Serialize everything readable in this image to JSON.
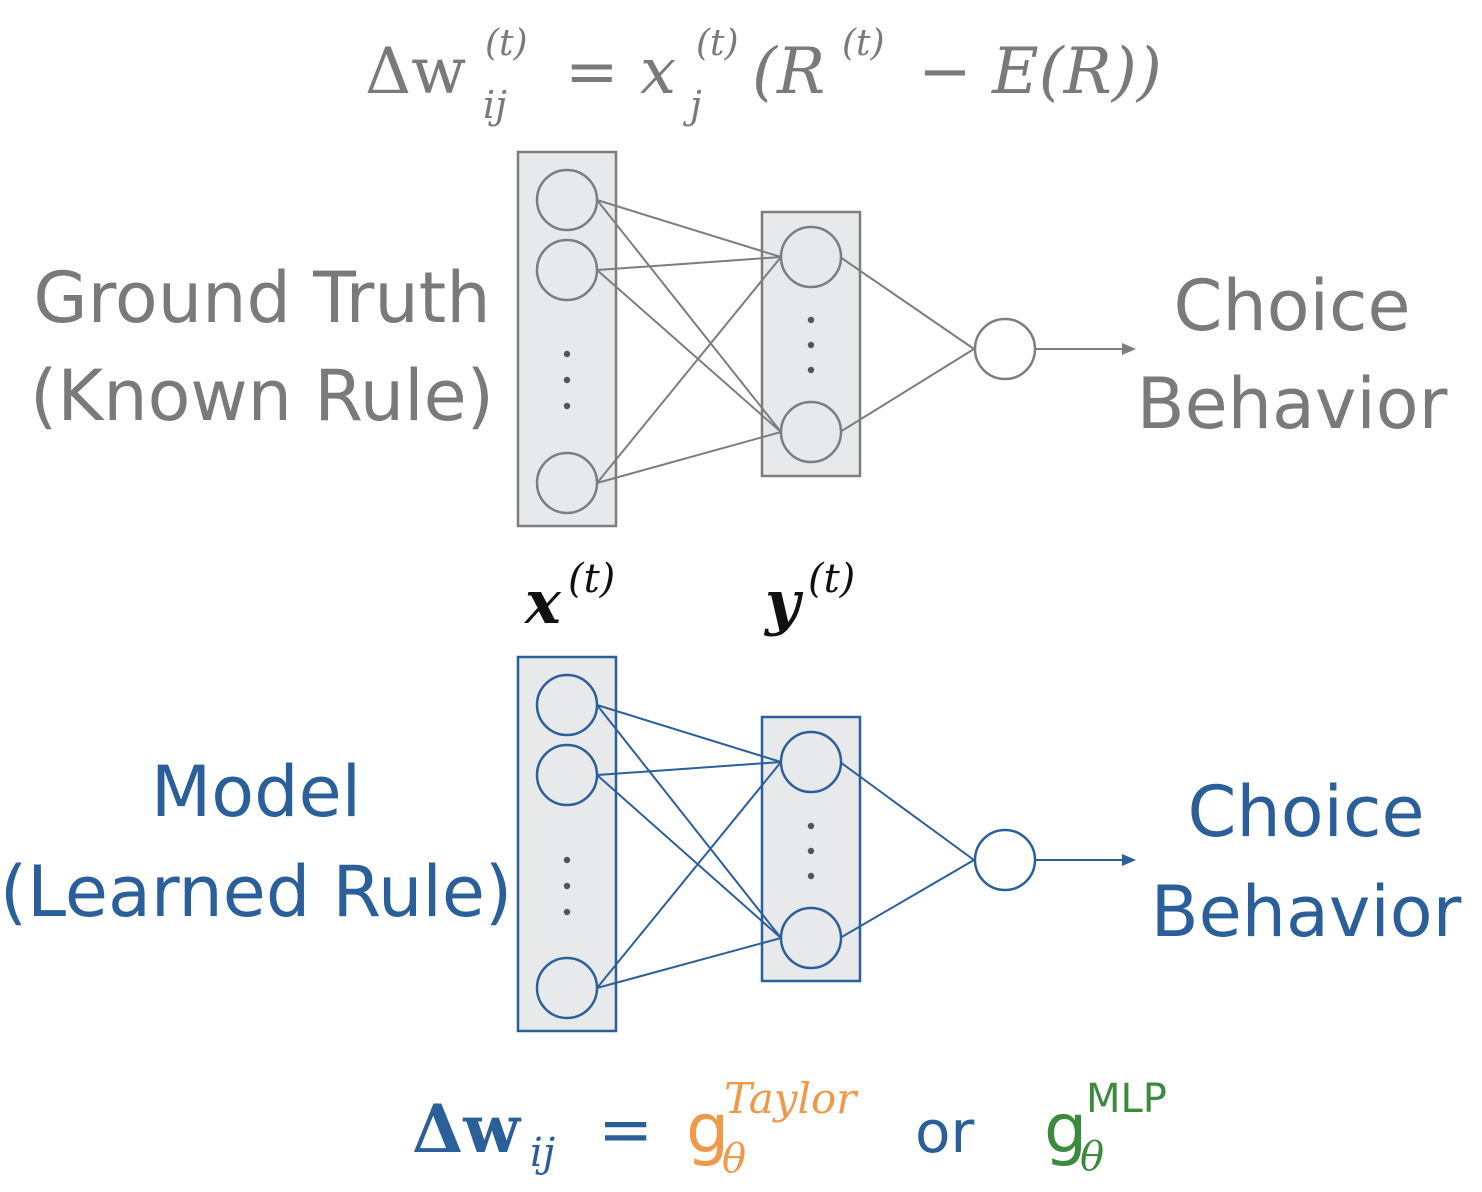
{
  "colors": {
    "gray_text": "#7a7a7a",
    "gray_line": "#7d7d7d",
    "blue": "#2a5f9a",
    "orange": "#ee9a4a",
    "green": "#3b8a3e",
    "box_fill": "#e8e9eb",
    "black": "#111111"
  },
  "top_equation": {
    "delta_w": "Δw",
    "w_sub": "ij",
    "w_sup": "(t)",
    "eq": "=",
    "x": "x",
    "x_sub": "j",
    "x_sup": "(t)",
    "open": "(R",
    "r_sup": "(t)",
    "rest": "− E(R))"
  },
  "ground_truth": {
    "line1": "Ground Truth",
    "line2": "(Known Rule)",
    "out_line1": "Choice",
    "out_line2": "Behavior"
  },
  "model": {
    "line1": "Model",
    "line2": "(Learned Rule)",
    "out_line1": "Choice",
    "out_line2": "Behavior"
  },
  "layer_labels": {
    "x": "x",
    "x_sup": "(t)",
    "y": "y",
    "y_sup": "(t)"
  },
  "bottom_equation": {
    "lhs": "Δw",
    "lhs_sub": "ij",
    "eq": "=",
    "g1": "g",
    "g1_sup": "Taylor",
    "g1_sub": "θ",
    "or": "or",
    "g2": "g",
    "g2_sup": "MLP",
    "g2_sub": "θ"
  }
}
